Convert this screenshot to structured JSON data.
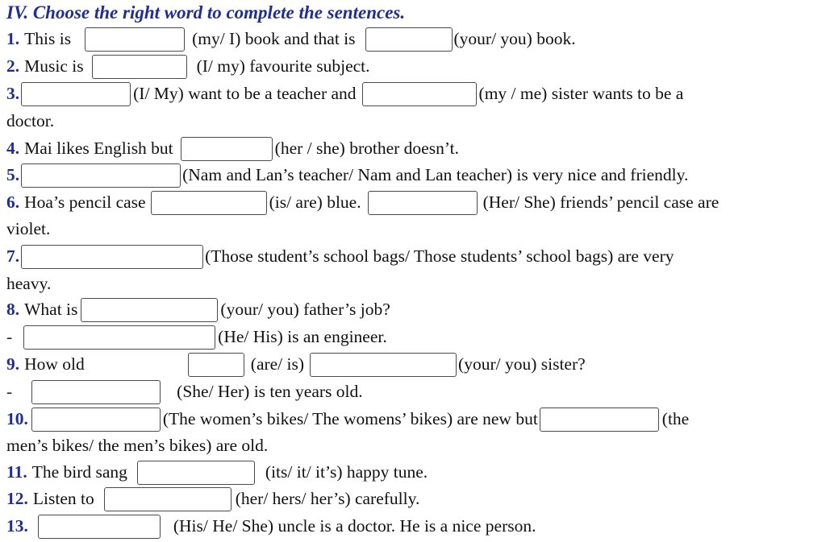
{
  "title": "IV. Choose the right word to complete the sentences.",
  "items": {
    "s1": {
      "num": "1.",
      "t1": "This is",
      "t2": "(my/ I) book and that is",
      "t3": "(your/ you) book."
    },
    "s2": {
      "num": "2.",
      "t1": "Music is",
      "t2": "(I/ my) favourite subject."
    },
    "s3": {
      "num": "3.",
      "t1": "(I/ My) want to be a teacher and",
      "t2": "(my / me) sister wants to be a",
      "cont": "doctor."
    },
    "s4": {
      "num": "4.",
      "t1": "Mai likes English but",
      "t2": "(her / she) brother doesn’t."
    },
    "s5": {
      "num": "5.",
      "t1": "(Nam and Lan’s teacher/ Nam and Lan teacher) is very nice and friendly."
    },
    "s6": {
      "num": "6.",
      "t1": "Hoa’s pencil case",
      "t2": "(is/ are) blue.",
      "t3": "(Her/ She) friends’ pencil case are",
      "cont": "violet."
    },
    "s7": {
      "num": "7.",
      "t1": "(Those student’s school bags/ Those students’ school bags) are very",
      "cont": "heavy."
    },
    "s8": {
      "num": "8.",
      "t1": "What is",
      "t2": "(your/ you) father’s job?",
      "dash": "-",
      "a1": "(He/ His) is an engineer."
    },
    "s9": {
      "num": "9.",
      "t1": "How old",
      "t2": "(are/ is)",
      "t3": "(your/ you) sister?",
      "dash": "-",
      "a1": "(She/ Her) is ten years old."
    },
    "s10": {
      "num": "10.",
      "t1": "(The women’s bikes/ The womens’ bikes) are new but",
      "t2": "(the",
      "cont": "men’s bikes/ the men’s bikes) are old."
    },
    "s11": {
      "num": "11.",
      "t1": "The bird sang",
      "t2": "(its/ it/ it’s) happy tune."
    },
    "s12": {
      "num": "12.",
      "t1": "Listen to",
      "t2": "(her/ hers/ her’s) carefully."
    },
    "s13": {
      "num": "13.",
      "t1": "(His/ He/ She) uncle is a doctor. He is a nice person."
    }
  }
}
